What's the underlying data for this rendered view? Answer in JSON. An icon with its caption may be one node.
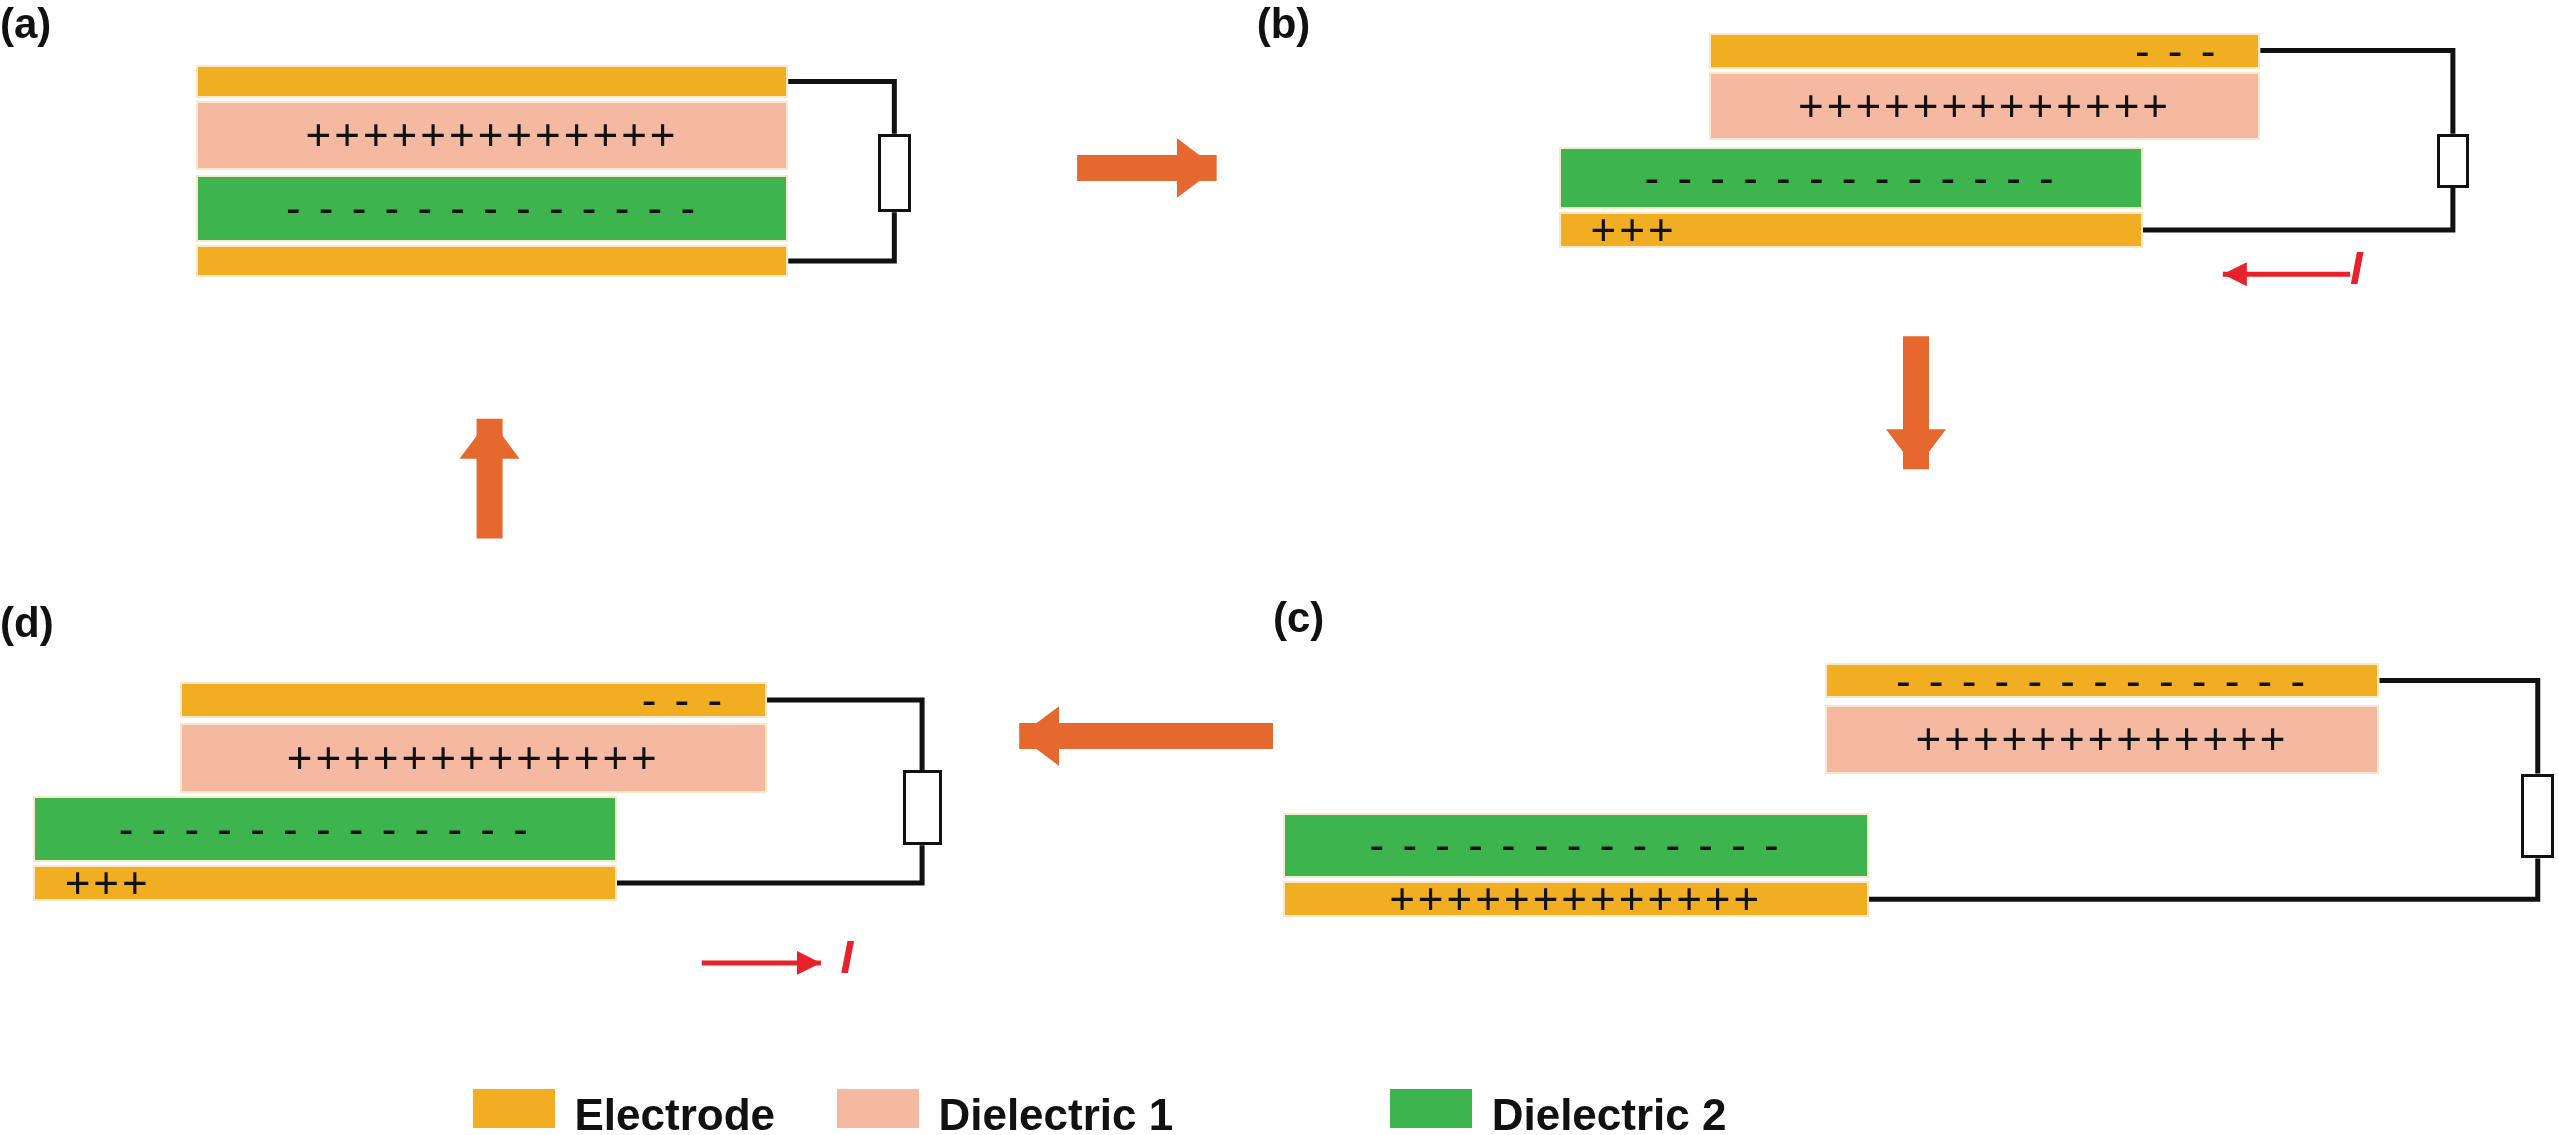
{
  "diagram": {
    "nodes": [
      {
        "text": [
          "(a)"
        ]
      },
      {
        "text": [],
        "shape": "bar",
        "in": 0
      },
      {
        "text": [
          "+++++++++++++"
        ],
        "in": 0
      },
      {
        "text": [
          "- - - - - - - - - - - - -"
        ],
        "in": 0
      },
      {
        "text": [],
        "shape": "bar",
        "in": 0
      },
      {
        "text": [],
        "shape": "box",
        "in": 0
      },
      {
        "text": [
          "(b)"
        ]
      },
      {
        "text": [
          "- - -"
        ],
        "in": 6
      },
      {
        "text": [
          "+++++++++++++"
        ],
        "in": 6
      },
      {
        "text": [
          "- - - - - - - - - - - - -"
        ],
        "in": 6
      },
      {
        "text": [
          "+++"
        ],
        "in": 6
      },
      {
        "text": [],
        "shape": "box",
        "in": 6
      },
      {
        "text": [
          "(c)"
        ]
      },
      {
        "text": [
          "- - - - - - - - - - - - -"
        ],
        "in": 12
      },
      {
        "text": [
          "+++++++++++++"
        ],
        "in": 12
      },
      {
        "text": [
          "- - - - - - - - - - - - -"
        ],
        "in": 12
      },
      {
        "text": [
          "+++++++++++++"
        ],
        "in": 12
      },
      {
        "text": [],
        "shape": "box",
        "in": 12
      },
      {
        "text": [
          "(d)"
        ]
      },
      {
        "text": [
          "- - -"
        ],
        "in": 18
      },
      {
        "text": [
          "+++++++++++++"
        ],
        "in": 18
      },
      {
        "text": [
          "- - - - - - - - - - - - -"
        ],
        "in": 18
      },
      {
        "text": [
          "+++"
        ],
        "in": 18
      },
      {
        "text": [],
        "shape": "box",
        "in": 18
      }
    ],
    "edges": [
      {
        "from": 0,
        "to": 6,
        "arrow": "to",
        "style": "thick",
        "color": "#e5682f"
      },
      {
        "from": 6,
        "to": 12,
        "arrow": "to",
        "style": "thick",
        "color": "#e5682f"
      },
      {
        "from": 12,
        "to": 18,
        "arrow": "to",
        "style": "thick",
        "color": "#e5682f"
      },
      {
        "from": 18,
        "to": 0,
        "arrow": "to",
        "style": "thick",
        "color": "#e5682f"
      },
      {
        "from": 1,
        "to": 5,
        "arrow": "none"
      },
      {
        "from": 5,
        "to": 4,
        "arrow": "none"
      },
      {
        "from": 7,
        "to": 11,
        "arrow": "none"
      },
      {
        "from": 11,
        "to": 10,
        "arrow": "none"
      },
      {
        "from": 13,
        "to": 17,
        "arrow": "none"
      },
      {
        "from": 17,
        "to": 16,
        "arrow": "none"
      },
      {
        "from": 19,
        "to": 23,
        "arrow": "none"
      },
      {
        "from": 23,
        "to": 22,
        "arrow": "none"
      }
    ],
    "labels": [
      "I",
      "I"
    ],
    "legend": [
      {
        "text": "Electrode",
        "color": "#f2ae22"
      },
      {
        "text": "Dielectric 1",
        "color": "#f4b9a0"
      },
      {
        "text": "Dielectric 2",
        "color": "#3eb44e"
      }
    ]
  }
}
